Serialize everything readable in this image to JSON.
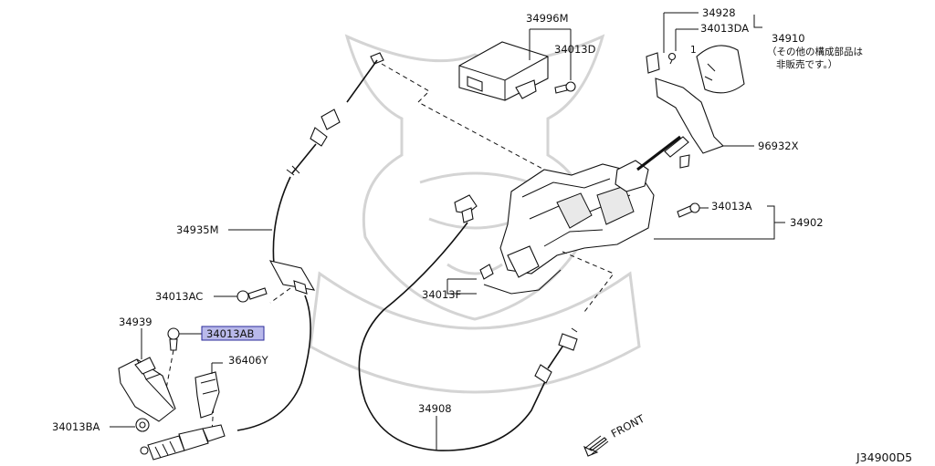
{
  "labels": {
    "p34996M": "34996M",
    "p34013D": "34013D",
    "p34928": "34928",
    "p34013DA": "34013DA",
    "p34910": "34910",
    "note_line1": "（その他の構成部品は",
    "note_line2": "非販売です。）",
    "p96932X": "96932X",
    "p34013A": "34013A",
    "p34902": "34902",
    "p34935M": "34935M",
    "p34013AC": "34013AC",
    "p34013F": "34013F",
    "p34939": "34939",
    "p34013AB": "34013AB",
    "p36406Y": "36406Y",
    "p34908": "34908",
    "p34013BA": "34013BA",
    "front": "FRONT",
    "diagram_id": "J34900D5",
    "small_1": "1"
  },
  "colors": {
    "highlight_fill": "#b9b9ea",
    "line": "#111111",
    "watermark": "#d4d4d4"
  }
}
